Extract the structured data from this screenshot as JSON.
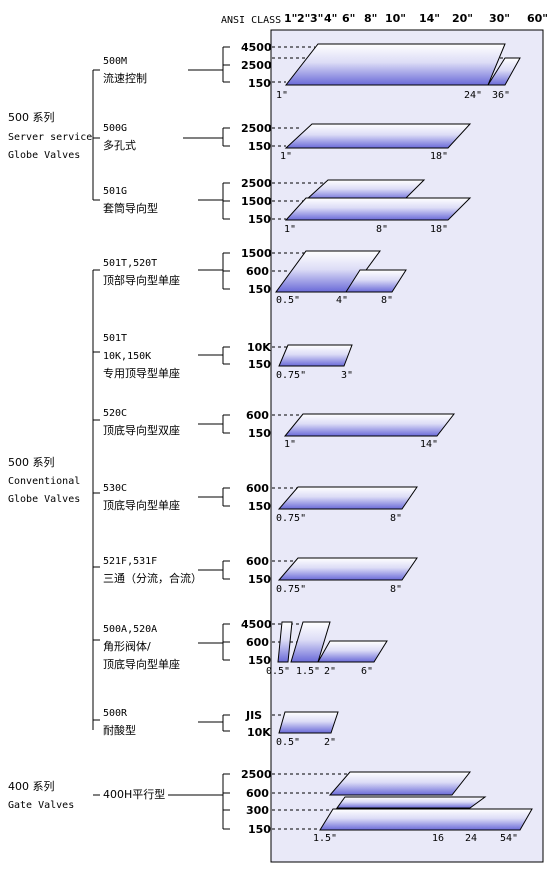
{
  "header": {
    "ansi_class": "ANSI CLASS",
    "sizes": [
      "1\"",
      "2\"",
      "3\"",
      "4\"",
      "6\"",
      "8\"",
      "10\"",
      "14\"",
      "20\"",
      "30\"",
      "60\""
    ]
  },
  "groups": [
    {
      "line1": "500 系列",
      "line2": "Server service",
      "line3": "Globe Valves"
    },
    {
      "line1": "500 系列",
      "line2": "Conventional",
      "line3": "Globe Valves"
    },
    {
      "line1": "400 系列",
      "line2": "Gate Valves",
      "line3": ""
    }
  ],
  "models": [
    {
      "code": "500M",
      "desc1": "流速控制",
      "desc2": "",
      "classes": [
        "4500",
        "2500",
        "150"
      ],
      "size_labels": [
        "1\"",
        "24\"",
        "36\""
      ]
    },
    {
      "code": "500G",
      "desc1": "多孔式",
      "desc2": "",
      "classes": [
        "2500",
        "150"
      ],
      "size_labels": [
        "1\"",
        "18\""
      ]
    },
    {
      "code": "501G",
      "desc1": "套筒导向型",
      "desc2": "",
      "classes": [
        "2500",
        "1500",
        "150"
      ],
      "size_labels": [
        "1\"",
        "8\"",
        "18\""
      ]
    },
    {
      "code": "501T,520T",
      "desc1": "顶部导向型单座",
      "desc2": "",
      "classes": [
        "1500",
        "600",
        "150"
      ],
      "size_labels": [
        "0.5\"",
        "4\"",
        "8\""
      ]
    },
    {
      "code": "501T",
      "desc1": "10K,150K",
      "desc2": "专用顶导型单座",
      "classes": [
        "10K",
        "150"
      ],
      "size_labels": [
        "0.75\"",
        "3\""
      ]
    },
    {
      "code": "520C",
      "desc1": "顶底导向型双座",
      "desc2": "",
      "classes": [
        "600",
        "150"
      ],
      "size_labels": [
        "1\"",
        "14\""
      ]
    },
    {
      "code": "530C",
      "desc1": "顶底导向型单座",
      "desc2": "",
      "classes": [
        "600",
        "150"
      ],
      "size_labels": [
        "0.75\"",
        "8\""
      ]
    },
    {
      "code": "521F,531F",
      "desc1": "三通（分流，合流）",
      "desc2": "",
      "classes": [
        "600",
        "150"
      ],
      "size_labels": [
        "0.75\"",
        "8\""
      ]
    },
    {
      "code": "500A,520A",
      "desc1": "角形阀体/",
      "desc2": "顶底导向型单座",
      "classes": [
        "4500",
        "600",
        "150"
      ],
      "size_labels": [
        "0.5\"",
        "1.5\"",
        "2\"",
        "6\""
      ]
    },
    {
      "code": "500R",
      "desc1": "耐酸型",
      "desc2": "",
      "classes": [
        "JIS",
        "10K"
      ],
      "size_labels": [
        "0.5\"",
        "2\""
      ]
    },
    {
      "code": "400H平行型",
      "desc1": "",
      "desc2": "",
      "classes": [
        "2500",
        "600",
        "300",
        "150"
      ],
      "size_labels": [
        "1.5\"",
        "16",
        "24",
        "54\""
      ]
    }
  ]
}
